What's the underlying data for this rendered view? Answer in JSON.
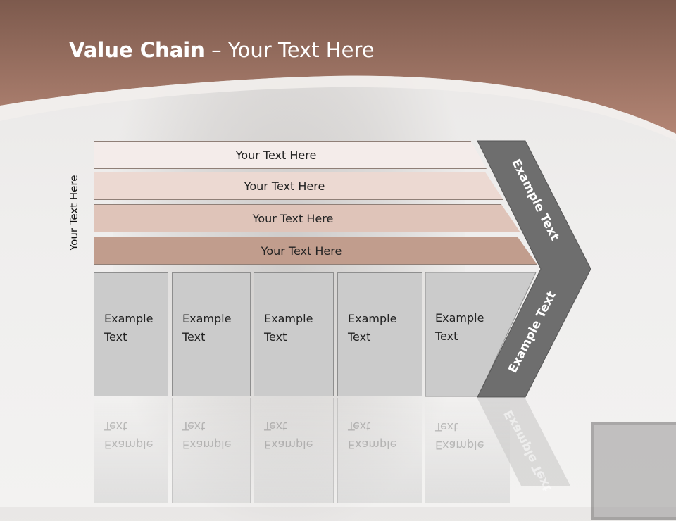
{
  "slide": {
    "title_bold": "Value Chain",
    "title_rest": " – Your Text Here"
  },
  "side_label": "Your Text Here",
  "bars": [
    {
      "label": "Your Text Here"
    },
    {
      "label": "Your Text Here"
    },
    {
      "label": "Your Text Here"
    },
    {
      "label": "Your Text Here"
    }
  ],
  "boxes": [
    {
      "line1": "Example",
      "line2": "Text"
    },
    {
      "line1": "Example",
      "line2": "Text"
    },
    {
      "line1": "Example",
      "line2": "Text"
    },
    {
      "line1": "Example",
      "line2": "Text"
    },
    {
      "line1": "Example",
      "line2": "Text"
    }
  ],
  "chevron": {
    "upper_label": "Example Text",
    "lower_label": "Example Text"
  },
  "colors": {
    "header": "#a57462",
    "chevron": "#6e6e6e",
    "box_fill": "#cbcbcb",
    "bar_darkest": "#c19d8d"
  }
}
